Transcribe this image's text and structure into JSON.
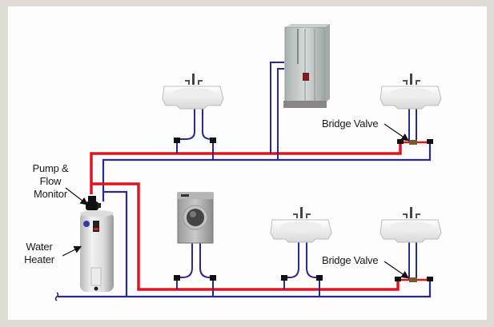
{
  "diagram": {
    "labels": {
      "pump": [
        "Pump &",
        "Flow Monitor"
      ],
      "heater": [
        "Water",
        "Heater"
      ],
      "bridge_valve_upper": "Bridge Valve",
      "bridge_valve_lower": "Bridge Valve"
    },
    "colors": {
      "hot_line": "#e0141e",
      "cold_line": "#2b2a8c",
      "background": "#fdfdfd",
      "frame": "#dcdcd5"
    },
    "fixtures": [
      "sink-upper-left",
      "shower",
      "sink-upper-right",
      "washing-machine",
      "sink-lower-middle",
      "sink-lower-right",
      "water-heater",
      "pump"
    ]
  }
}
